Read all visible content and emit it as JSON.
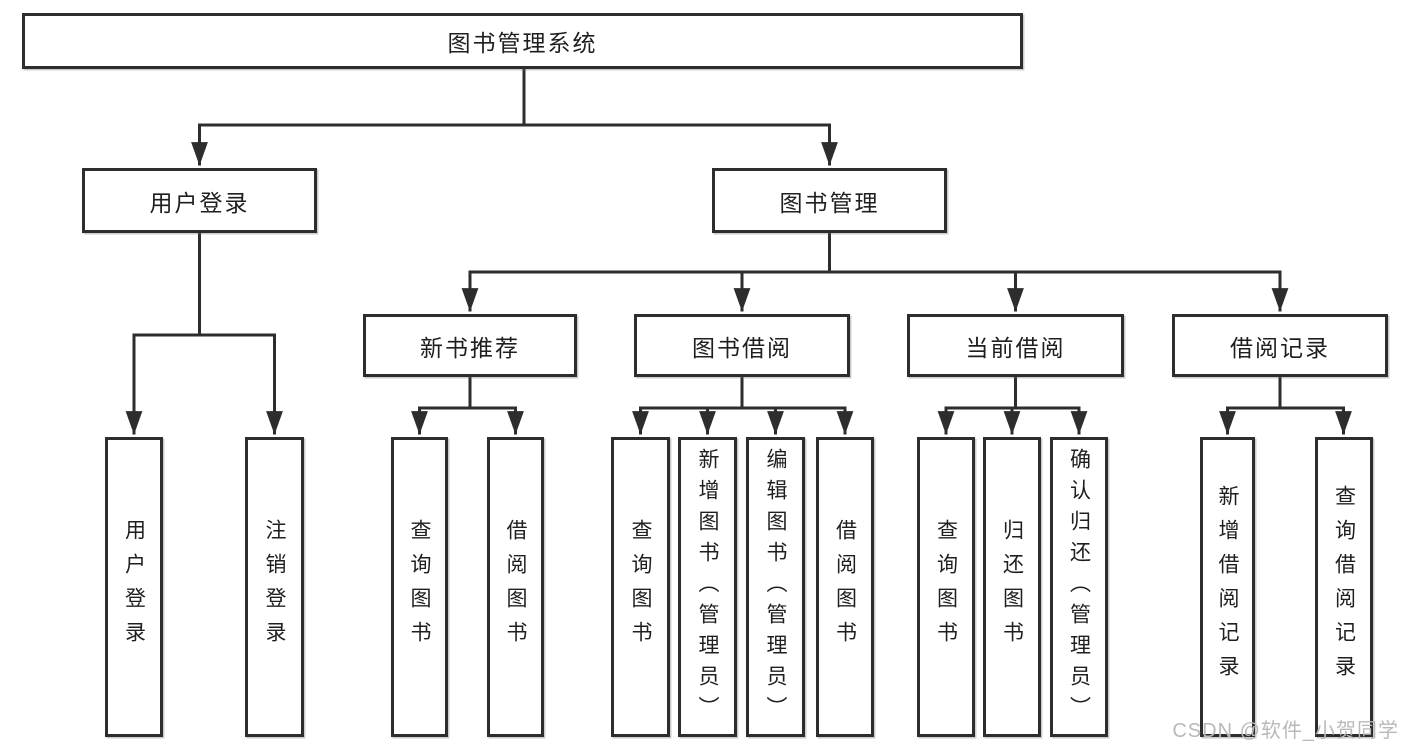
{
  "tree": {
    "label": "图书管理系统",
    "children": [
      {
        "label": "用户登录",
        "children": [
          {
            "label": "用户登录"
          },
          {
            "label": "注销登录"
          }
        ]
      },
      {
        "label": "图书管理",
        "children": [
          {
            "label": "新书推荐",
            "children": [
              {
                "label": "查询图书"
              },
              {
                "label": "借阅图书"
              }
            ]
          },
          {
            "label": "图书借阅",
            "children": [
              {
                "label": "查询图书"
              },
              {
                "label": "新增图书（管理员）"
              },
              {
                "label": "编辑图书（管理员）"
              },
              {
                "label": "借阅图书"
              }
            ]
          },
          {
            "label": "当前借阅",
            "children": [
              {
                "label": "查询图书"
              },
              {
                "label": "归还图书"
              },
              {
                "label": "确认归还（管理员）"
              }
            ]
          },
          {
            "label": "借阅记录",
            "children": [
              {
                "label": "新增借阅记录"
              },
              {
                "label": "查询借阅记录"
              }
            ]
          }
        ]
      }
    ]
  },
  "watermark": {
    "text": "CSDN @软件_小贺同学"
  },
  "colors": {
    "line": "#2d2d2d",
    "box_border": "#2d2d2d",
    "box_background": "#ffffff",
    "text": "#1f1f1f",
    "watermark": "#b9b9b9"
  }
}
